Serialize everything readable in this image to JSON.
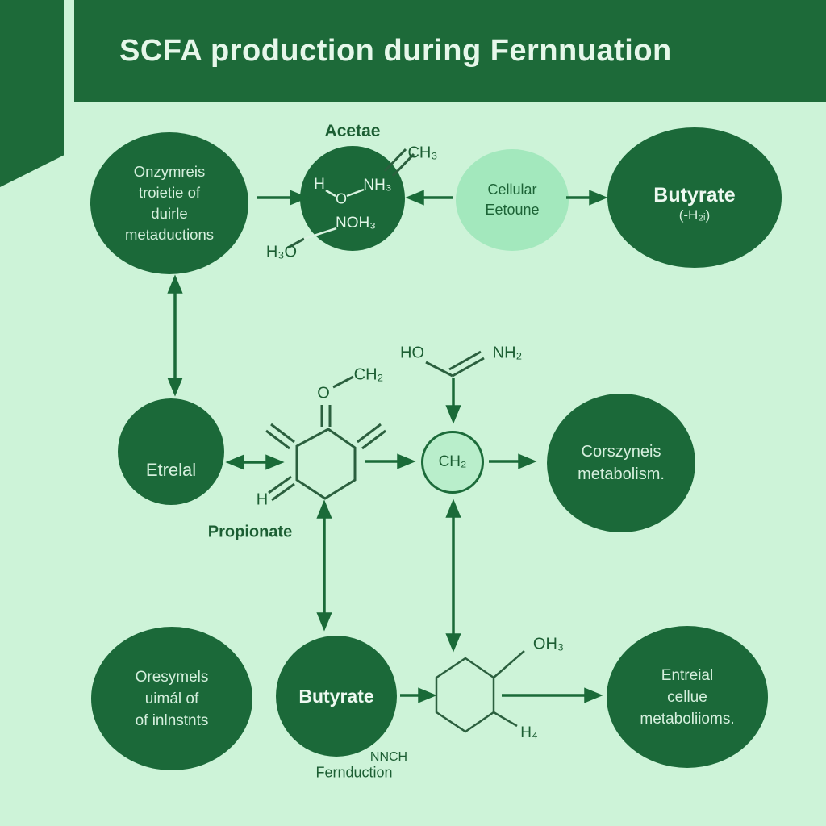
{
  "title": "SCFA production during Fernnuation",
  "colors": {
    "dark_green": "#1b6939",
    "banner_green": "#1d6a39",
    "background_light": "#cdf3d8",
    "light_circle": "#a3e8bd",
    "ch2_circle_fill": "#b9eecb",
    "arrow_green": "#1a6a38",
    "title_text": "#e6f7ea"
  },
  "top_row": {
    "enzymes_circle": [
      "Onzymreis",
      "troietie of",
      "duirle",
      "metaductions"
    ],
    "acetate": {
      "label": "Acetae",
      "structure": {
        "h": "H",
        "o": "O",
        "nh3": "NH₃",
        "noh3": "NOH₃",
        "ch3": "CH₃",
        "h3o": "H₃O"
      }
    },
    "cellular_circle": [
      "Cellular",
      "Eetoune"
    ],
    "butyrate_circle": {
      "name": "Butyrate",
      "formula": "(-H₂ᵢ)"
    }
  },
  "middle_row": {
    "etrelal_circle": "Etrelal",
    "propionate": {
      "label": "Propionate",
      "o": "O",
      "ch2": "CH₂",
      "h": "H"
    },
    "amide": {
      "ho": "HO",
      "nh2": "NH₂"
    },
    "ch2_circle": "CH₂",
    "metabolism_circle": [
      "Corszyneis",
      "metabolism."
    ]
  },
  "bottom_row": {
    "organisms_circle": [
      "Oresymels",
      "uimál of",
      "of inlnstnts"
    ],
    "butyrate_circle": "Butyrate",
    "structure": {
      "oh3": "OH₃",
      "h4": "H₄"
    },
    "fermentation_label": [
      "NNCH",
      "Fernduction"
    ],
    "metabolism_circle": [
      "Entreial",
      "cellue",
      "metaboliioms."
    ]
  }
}
